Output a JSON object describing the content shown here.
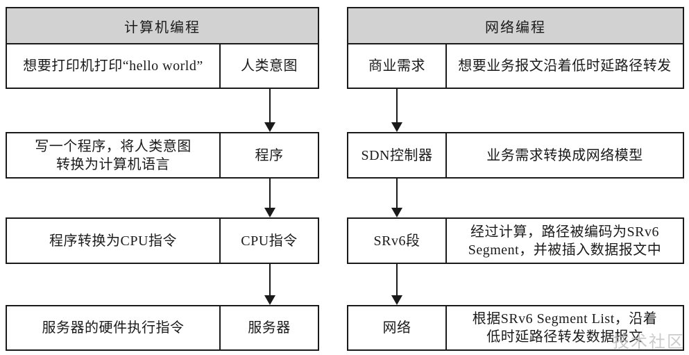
{
  "page": {
    "background": "#ffffff",
    "border_color": "#1a1a1a",
    "header_bg": "#d2d2d2"
  },
  "left_table": {
    "title": "计算机编程",
    "rows": [
      {
        "main": "想要打印机打印“hello world”",
        "label": "人类意图"
      },
      {
        "main": "写一个程序，将人类意图\n转换为计算机语言",
        "label": "程序"
      },
      {
        "main": "程序转换为CPU指令",
        "label": "CPU指令"
      },
      {
        "main": "服务器的硬件执行指令",
        "label": "服务器"
      }
    ]
  },
  "right_table": {
    "title": "网络编程",
    "rows": [
      {
        "label": "商业需求",
        "main": "想要业务报文沿着低时延路径转发"
      },
      {
        "label": "SDN控制器",
        "main": "业务需求转换成网络模型"
      },
      {
        "label": "SRv6段",
        "main": "经过计算，路径被编码为SRv6\nSegment，并被插入数据报文中"
      },
      {
        "label": "网络",
        "main": "根据SRv6 Segment List，沿着\n低时延路径转发数据报文"
      }
    ]
  },
  "watermark": "技术社区"
}
